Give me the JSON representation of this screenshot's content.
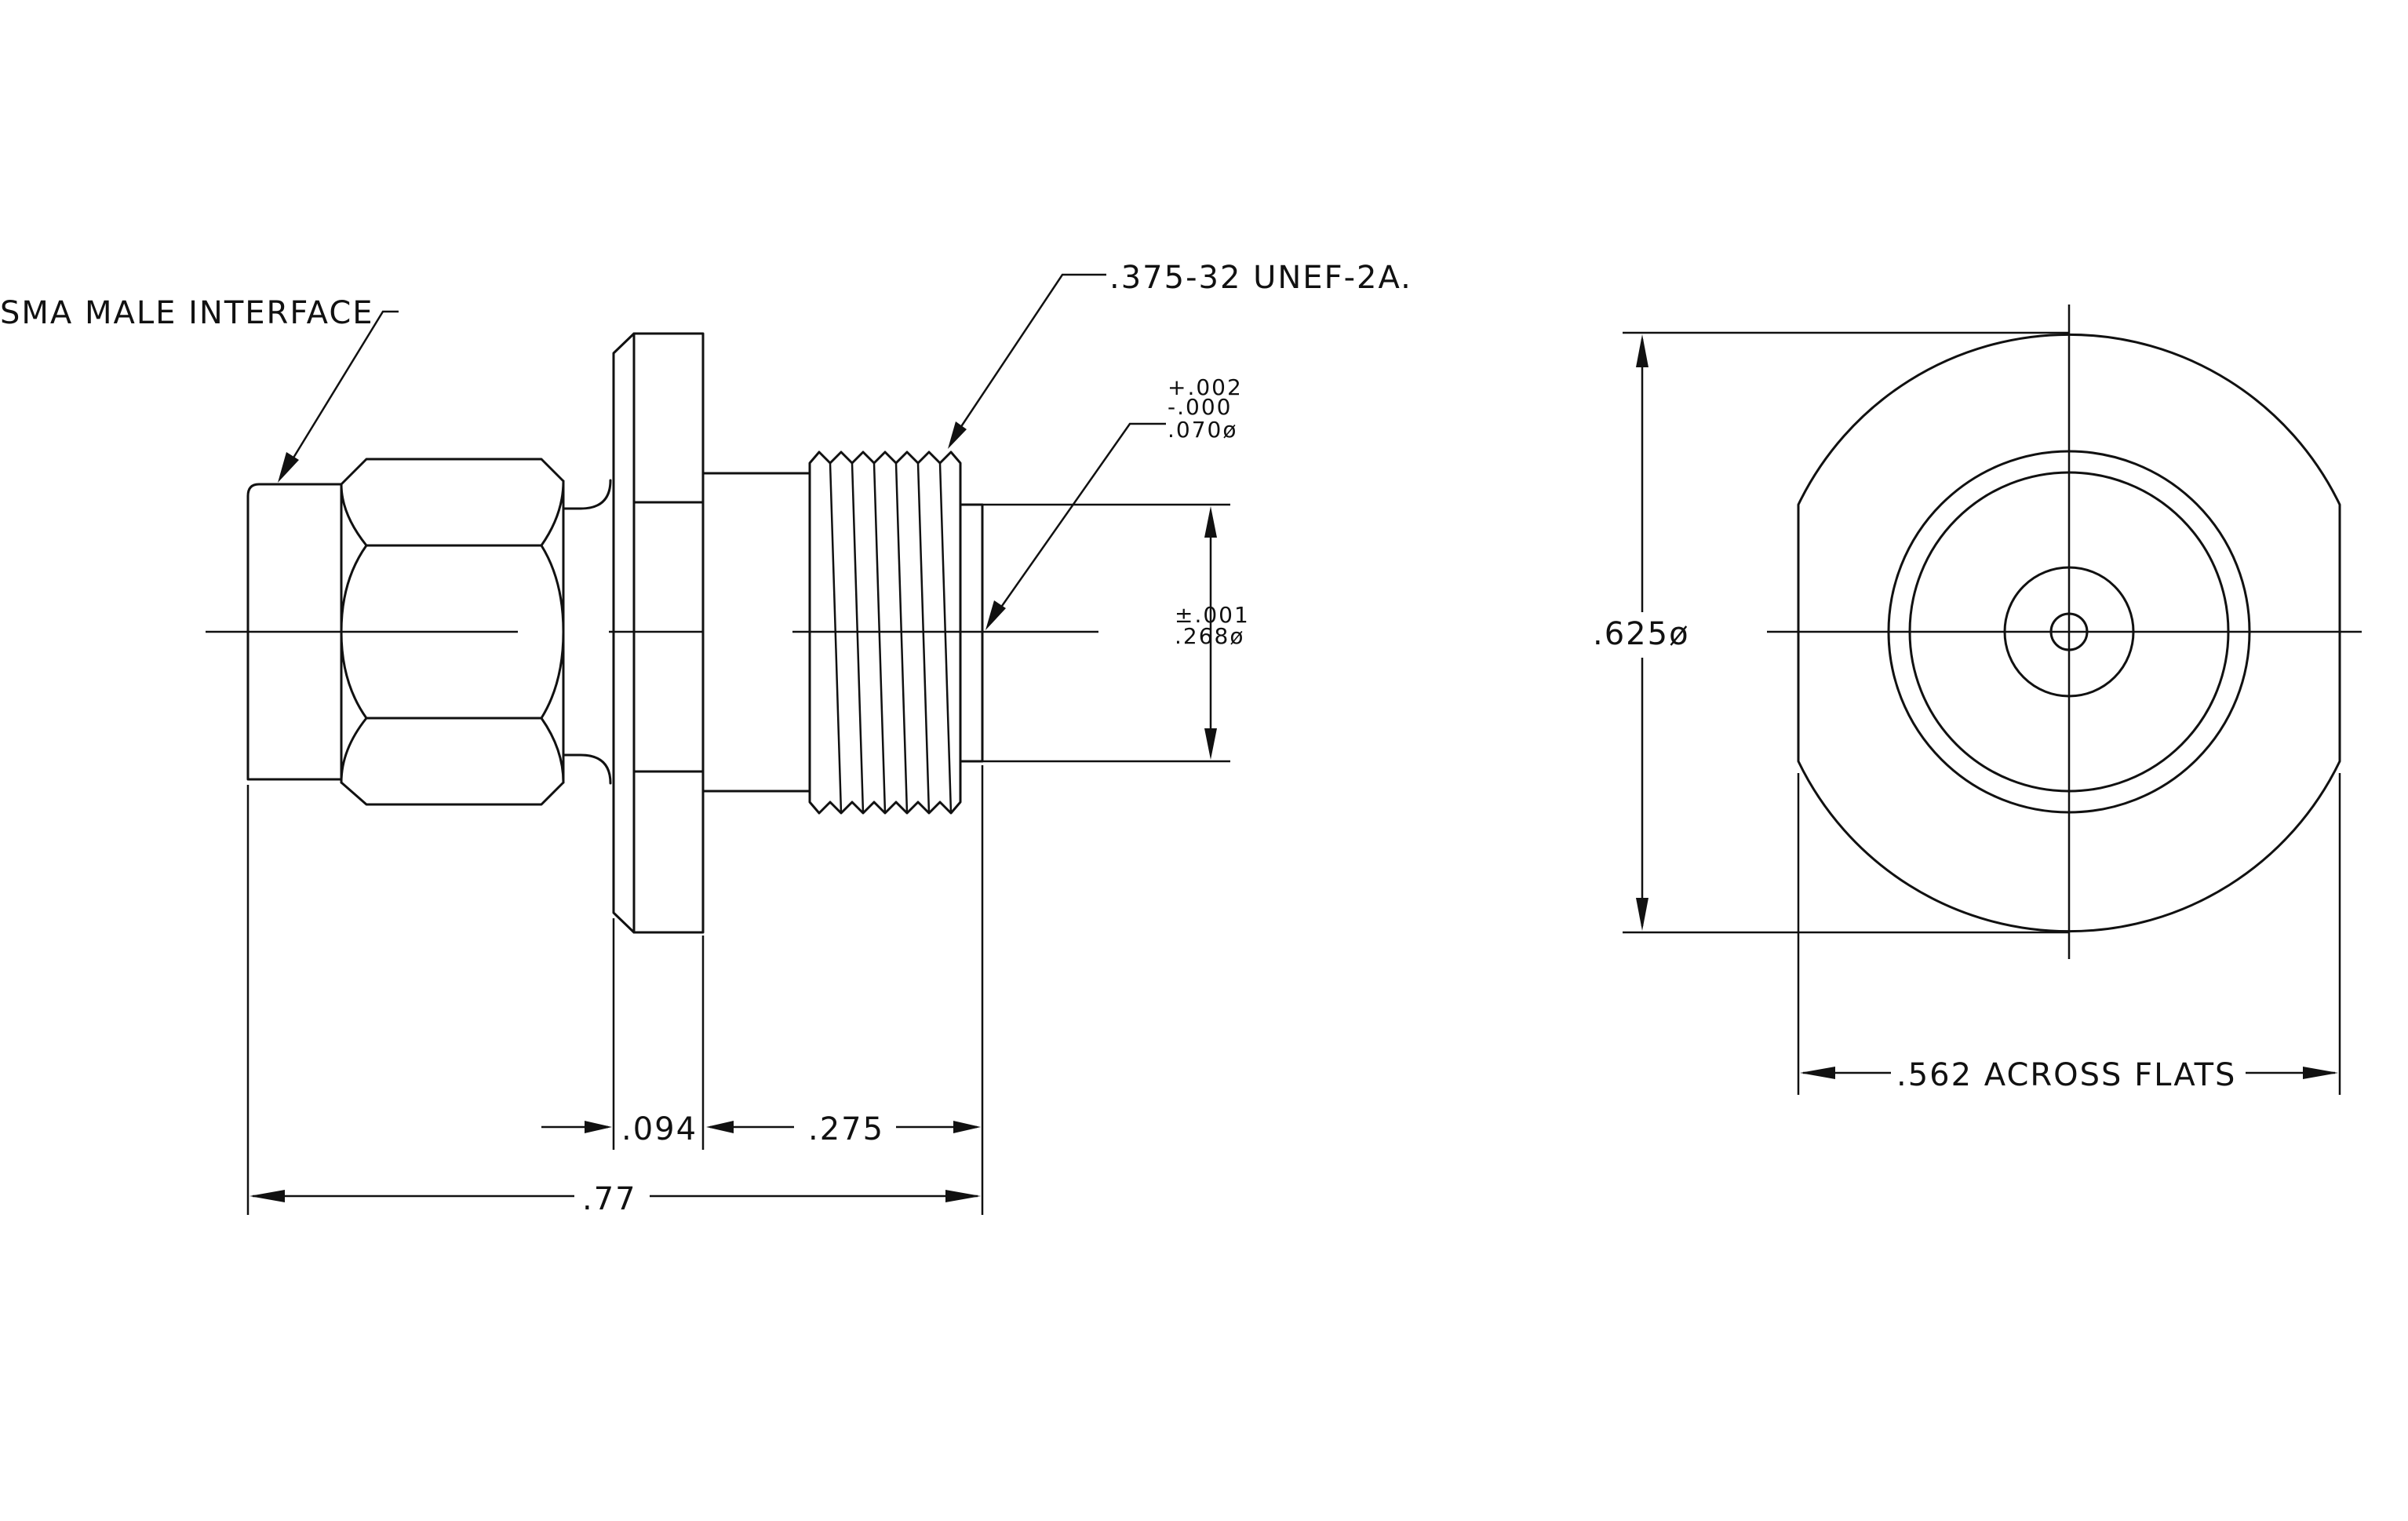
{
  "labels": {
    "interface": "SMA MALE INTERFACE",
    "thread": ".375-32 UNEF-2A.",
    "tol_hole_plus": "+.002",
    "tol_hole_minus": "-.000",
    "hole_dia": ".070ø",
    "tol_body": "±.001",
    "body_dia": ".268ø",
    "dim_flange": ".094",
    "dim_thread": ".275",
    "dim_overall": ".77",
    "dim_flange_dia": ".625ø",
    "dim_flats": ".562 ACROSS FLATS"
  }
}
